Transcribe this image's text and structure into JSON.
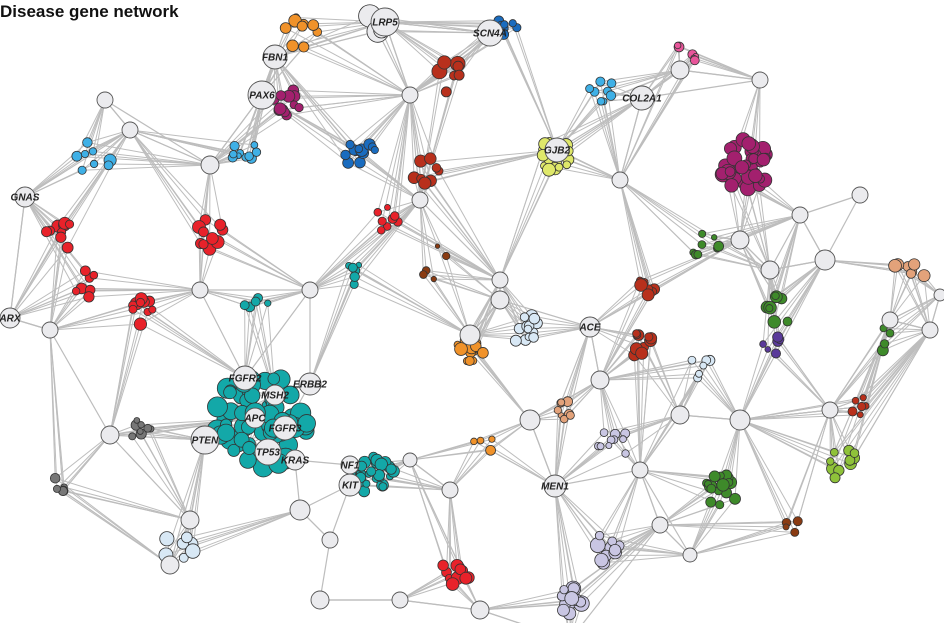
{
  "title": "Disease gene network",
  "gene_labels": {
    "LRP5": "LRP5",
    "SCN4A": "SCN4A",
    "FBN1": "FBN1",
    "PAX6": "PAX6",
    "GJB2": "GJB2",
    "COL2A1": "COL2A1",
    "GNAS": "GNAS",
    "ARX": "ARX",
    "ACE": "ACE",
    "FGFR2": "FGFR2",
    "ERBB2": "ERBB2",
    "MSH2": "MSH2",
    "APC": "APC",
    "FGFR3": "FGFR3",
    "PTEN": "PTEN",
    "TP53": "TP53",
    "KRAS": "KRAS",
    "NF1": "NF1",
    "KIT": "KIT",
    "MEN1": "MEN1"
  },
  "colors": {
    "hub": "#ebebee",
    "edge": "#bdbdbd",
    "teal": "#13a8a8",
    "red": "#e8222a",
    "darkred": "#b8301c",
    "magenta": "#a3206e",
    "blue": "#1a6cbf",
    "lightblue": "#3fb0e6",
    "yellow": "#dfe86a",
    "orange": "#f0922a",
    "green": "#3e8a2a",
    "lavender": "#c9c6e3",
    "purple": "#5a3a9a",
    "pink": "#e8559a",
    "grey": "#777777",
    "peach": "#e3a27a",
    "brown": "#8a3b12",
    "paleblue": "#d8e8f5",
    "lime": "#8fc23a"
  }
}
